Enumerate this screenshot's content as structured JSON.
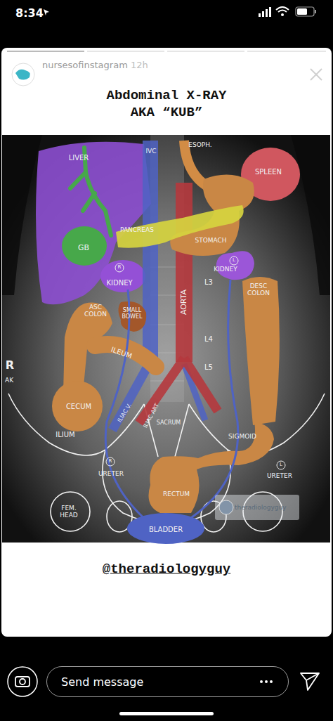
{
  "diagram": {
    "title": "Abdominal X-RAY AKA “KUB”",
    "caption": "@theradiologyguy",
    "nodes": [
      {
        "text": [
          "theradiologyguy"
        ]
      },
      {
        "text": [
          "Send message"
        ]
      }
    ],
    "labels": [
      "8:34",
      "nursesofinstagram",
      "12h",
      "LIVER",
      "IVC",
      "ESOPH.",
      "SPLEEN",
      "GB",
      "PANCREAS",
      "STOMACH",
      "R",
      "KIDNEY",
      "L",
      "KIDNEY",
      "DESC COLON",
      "ASC COLON",
      "SMALL BOWEL",
      "AORTA",
      "L3",
      "L4",
      "L5",
      "ILEUM",
      "R",
      "AK",
      "CECUM",
      "ILIUM",
      "ILIAC V.",
      "ILIAC ART",
      "SACRUM",
      "SIGMOID",
      "R",
      "URETER",
      "L",
      "URETER",
      "RECTUM",
      "FEM. HEAD",
      "BLADDER"
    ]
  }
}
